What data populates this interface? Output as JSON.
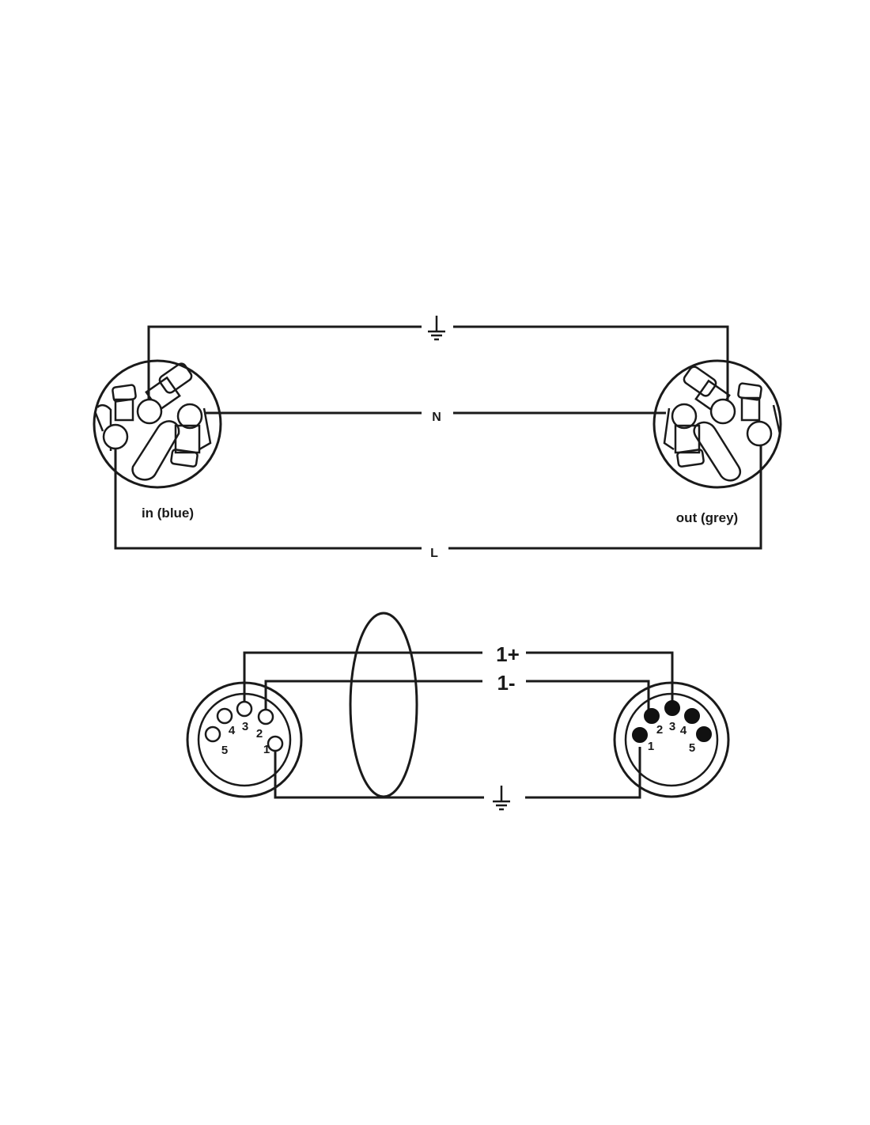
{
  "power": {
    "earth_symbol": "ground-symbol",
    "neutral_label": "N",
    "live_label": "L",
    "in_label": "in (blue)",
    "out_label": "out (grey)"
  },
  "dmx": {
    "plus_label": "1+",
    "minus_label": "1-",
    "shield_symbol": "ground-symbol",
    "female_pins": [
      "1",
      "2",
      "3",
      "4",
      "5"
    ],
    "male_pins": [
      "1",
      "2",
      "3",
      "4",
      "5"
    ]
  },
  "colors": {
    "line": "#1a1a1a",
    "background": "#ffffff"
  }
}
